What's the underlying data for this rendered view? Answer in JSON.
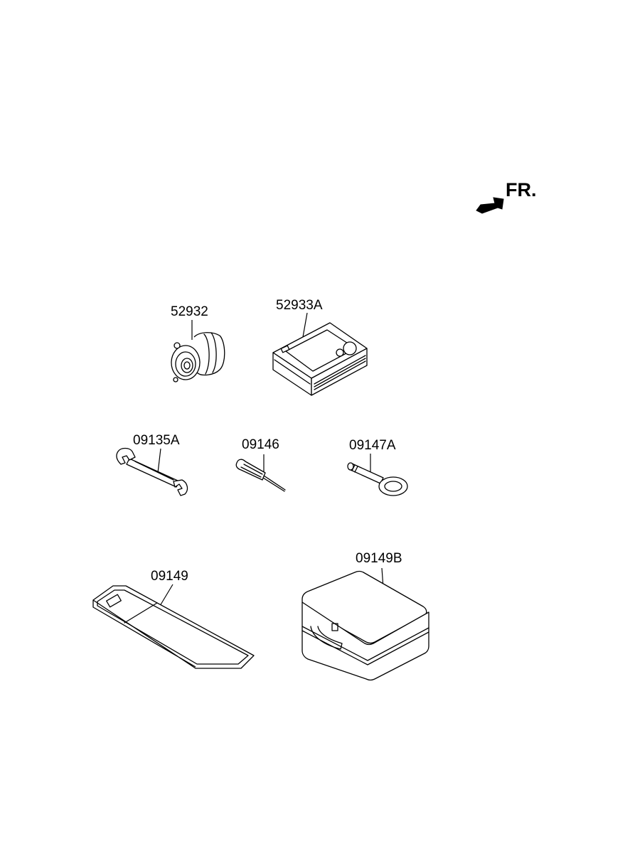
{
  "direction_label": "FR.",
  "parts": [
    {
      "id": "p52932",
      "number": "52932"
    },
    {
      "id": "p52933A",
      "number": "52933A"
    },
    {
      "id": "p09135A",
      "number": "09135A"
    },
    {
      "id": "p09146",
      "number": "09146"
    },
    {
      "id": "p09147A",
      "number": "09147A"
    },
    {
      "id": "p09149",
      "number": "09149"
    },
    {
      "id": "p09149B",
      "number": "09149B"
    }
  ]
}
